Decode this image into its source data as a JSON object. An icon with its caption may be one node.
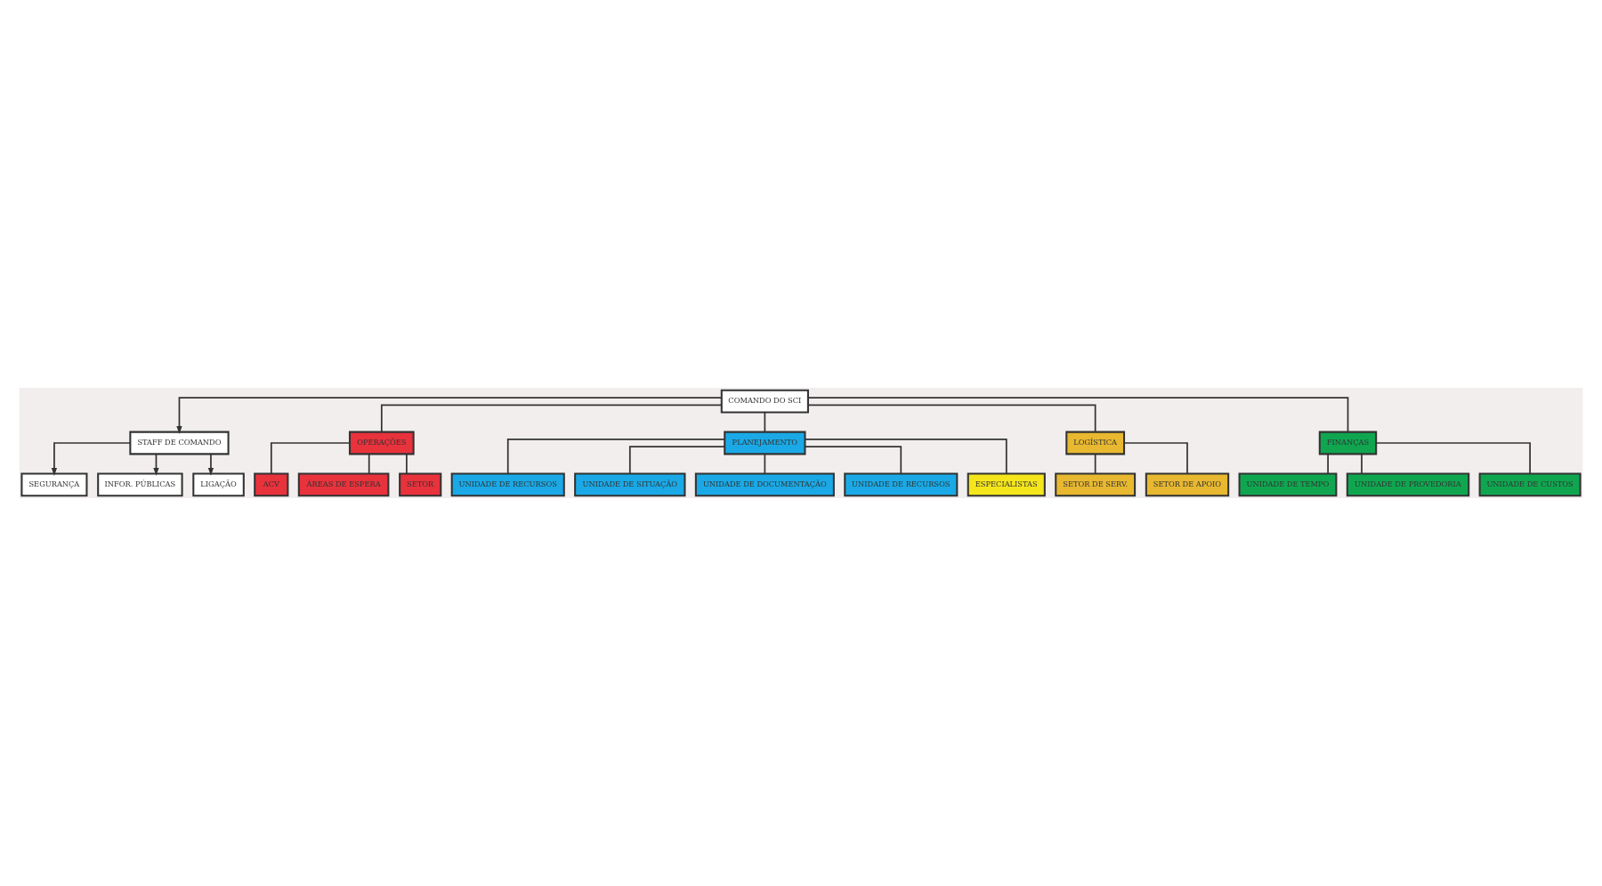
{
  "diagram": {
    "nodes": [
      {
        "text": [
          "COMANDO DO SCI"
        ]
      },
      {
        "text": [
          "STAFF DE COMANDO"
        ]
      },
      {
        "text": [
          "SEGURANÇA"
        ]
      },
      {
        "text": [
          "INFOR. PÚBLICAS"
        ]
      },
      {
        "text": [
          "LIGAÇÃO"
        ]
      },
      {
        "text": [
          "OPERAÇÕES"
        ]
      },
      {
        "text": [
          "PLANEJAMENTO"
        ]
      },
      {
        "text": [
          "LOGÍSTICA"
        ]
      },
      {
        "text": [
          "FINANÇAS"
        ]
      },
      {
        "text": [
          "ACV"
        ]
      },
      {
        "text": [
          "ÁREAS DE ESPERA"
        ]
      },
      {
        "text": [
          "SETOR"
        ]
      },
      {
        "text": [
          "UNIDADE DE RECURSOS"
        ]
      },
      {
        "text": [
          "UNIDADE DE SITUAÇÃO"
        ]
      },
      {
        "text": [
          "UNIDADE DE DOCUMENTAÇÃO"
        ]
      },
      {
        "text": [
          "UNIDADE DE RECURSOS"
        ]
      },
      {
        "text": [
          "ESPECIALISTAS"
        ]
      },
      {
        "text": [
          "SETOR DE SERV."
        ]
      },
      {
        "text": [
          "SETOR DE APOIO"
        ]
      },
      {
        "text": [
          "UNIDADE DE TEMPO"
        ]
      },
      {
        "text": [
          "UNIDADE DE PROVEDORIA"
        ]
      },
      {
        "text": [
          "UNIDADE DE CUSTOS"
        ]
      }
    ],
    "edges": [
      {
        "from": 0,
        "to": 1,
        "arrow": "to"
      },
      {
        "from": 1,
        "to": 2,
        "arrow": "to"
      },
      {
        "from": 1,
        "to": 3,
        "arrow": "to"
      },
      {
        "from": 1,
        "to": 4,
        "arrow": "to"
      },
      {
        "from": 0,
        "to": 5,
        "arrow": "none"
      },
      {
        "from": 0,
        "to": 6,
        "arrow": "none"
      },
      {
        "from": 0,
        "to": 7,
        "arrow": "none"
      },
      {
        "from": 0,
        "to": 8,
        "arrow": "none"
      },
      {
        "from": 5,
        "to": 9,
        "arrow": "none"
      },
      {
        "from": 5,
        "to": 10,
        "arrow": "none"
      },
      {
        "from": 5,
        "to": 11,
        "arrow": "none"
      },
      {
        "from": 6,
        "to": 12,
        "arrow": "none"
      },
      {
        "from": 6,
        "to": 13,
        "arrow": "none"
      },
      {
        "from": 6,
        "to": 14,
        "arrow": "none"
      },
      {
        "from": 6,
        "to": 15,
        "arrow": "none"
      },
      {
        "from": 6,
        "to": 16,
        "arrow": "none"
      },
      {
        "from": 7,
        "to": 17,
        "arrow": "none"
      },
      {
        "from": 7,
        "to": 18,
        "arrow": "none"
      },
      {
        "from": 8,
        "to": 19,
        "arrow": "none"
      },
      {
        "from": 8,
        "to": 20,
        "arrow": "none"
      },
      {
        "from": 8,
        "to": 21,
        "arrow": "none"
      }
    ]
  }
}
